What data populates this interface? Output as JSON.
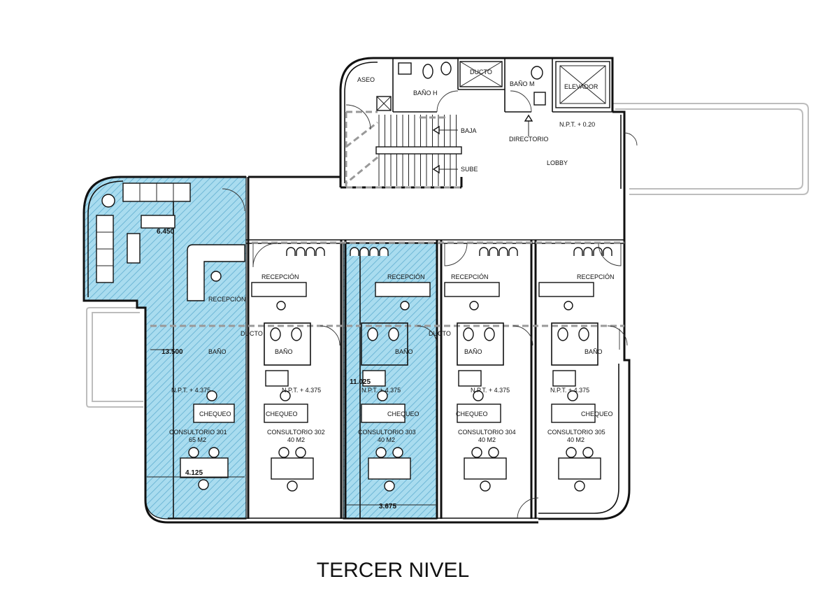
{
  "title": "TERCER NIVEL",
  "colors": {
    "highlight": "#a9dcef",
    "hatch": "#6fb7d6",
    "wall": "#111111",
    "ghost": "#bdbdbd"
  },
  "labels": {
    "aseo": "ASEO",
    "bano_h": "BAÑO H",
    "ducto_top": "DUCTO",
    "bano_m": "BAÑO M",
    "elevador": "ELEVADOR",
    "baja": "BAJA",
    "sube": "SUBE",
    "directorio": "DIRECTORIO",
    "npt_lobby": "N.P.T. + 0.20",
    "lobby": "LOBBY",
    "recepcion_301": "RECEPCIÓN",
    "recepcion_302": "RECEPCIÓN",
    "recepcion_303": "RECEPCIÓN",
    "recepcion_304": "RECEPCIÓN",
    "recepcion_305": "RECEPCIÓN",
    "ducto_a": "DUCTO",
    "ducto_b": "DUCTO",
    "bano_301": "BAÑO",
    "bano_302": "BAÑO",
    "bano_303": "BAÑO",
    "bano_304": "BAÑO",
    "bano_305": "BAÑO",
    "npt_301": "N.P.T. + 4.375",
    "npt_302": "N.P.T. + 4.375",
    "npt_303": "N.P.T. + 4.375",
    "npt_304": "N.P.T. + 4.375",
    "npt_305": "N.P.T. + 4.375",
    "chequeo_301": "CHEQUEO",
    "chequeo_302": "CHEQUEO",
    "chequeo_303": "CHEQUEO",
    "chequeo_304": "CHEQUEO",
    "chequeo_305": "CHEQUEO",
    "consultorio_301": "CONSULTORIO 301",
    "area_301": "65 M2",
    "consultorio_302": "CONSULTORIO 302",
    "area_302": "40 M2",
    "consultorio_303": "CONSULTORIO 303",
    "area_303": "40 M2",
    "consultorio_304": "CONSULTORIO 304",
    "area_304": "40 M2",
    "consultorio_305": "CONSULTORIO 305",
    "area_305": "40 M2"
  },
  "dimensions": {
    "d1": "6.450",
    "d2": "13.500",
    "d3": "4.125",
    "d4": "11.025",
    "d5": "3.675"
  }
}
